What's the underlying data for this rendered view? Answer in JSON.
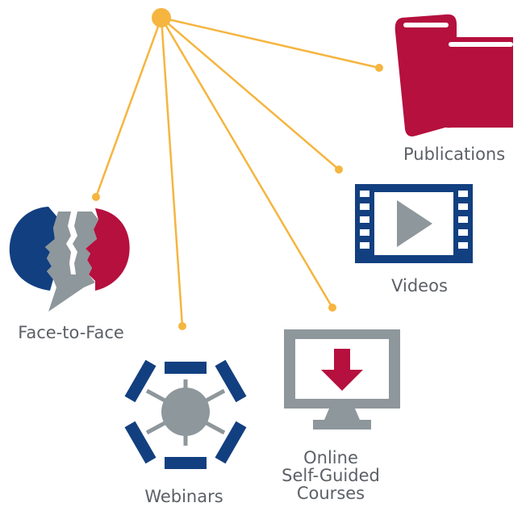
{
  "colors": {
    "connector": "#f5b53f",
    "navy": "#123f80",
    "crimson": "#b5103e",
    "gray": "#8e979b",
    "label": "#5c6066"
  },
  "labels": {
    "publications": "Publications",
    "videos": "Videos",
    "face_to_face": "Face-to-Face",
    "webinars": "Webinars",
    "online": [
      "Online",
      "Self-Guided",
      "Courses"
    ]
  },
  "icons": {
    "publications": "books-icon",
    "videos": "film-play-icon",
    "face_to_face": "facing-heads-icon",
    "webinars": "network-hub-icon",
    "online": "monitor-download-icon"
  }
}
